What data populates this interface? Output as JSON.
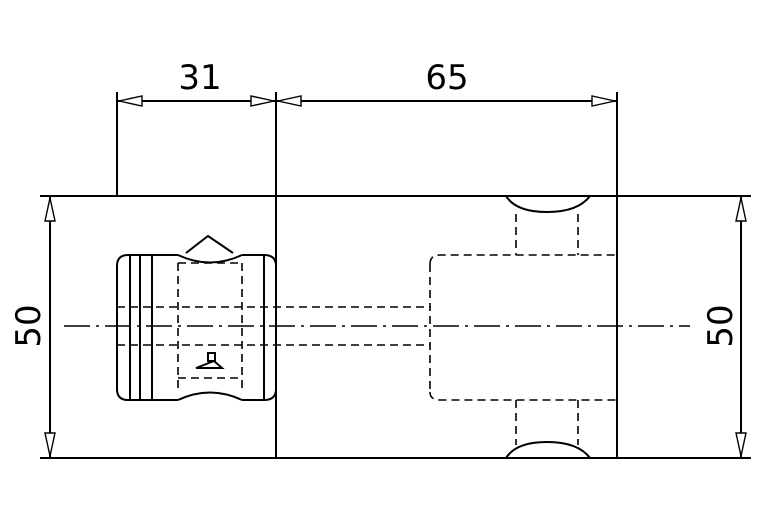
{
  "dimensions": {
    "left_width": "31",
    "right_width": "65",
    "left_height": "50",
    "right_height": "50"
  },
  "colors": {
    "line": "#000000",
    "background": "#ffffff"
  }
}
